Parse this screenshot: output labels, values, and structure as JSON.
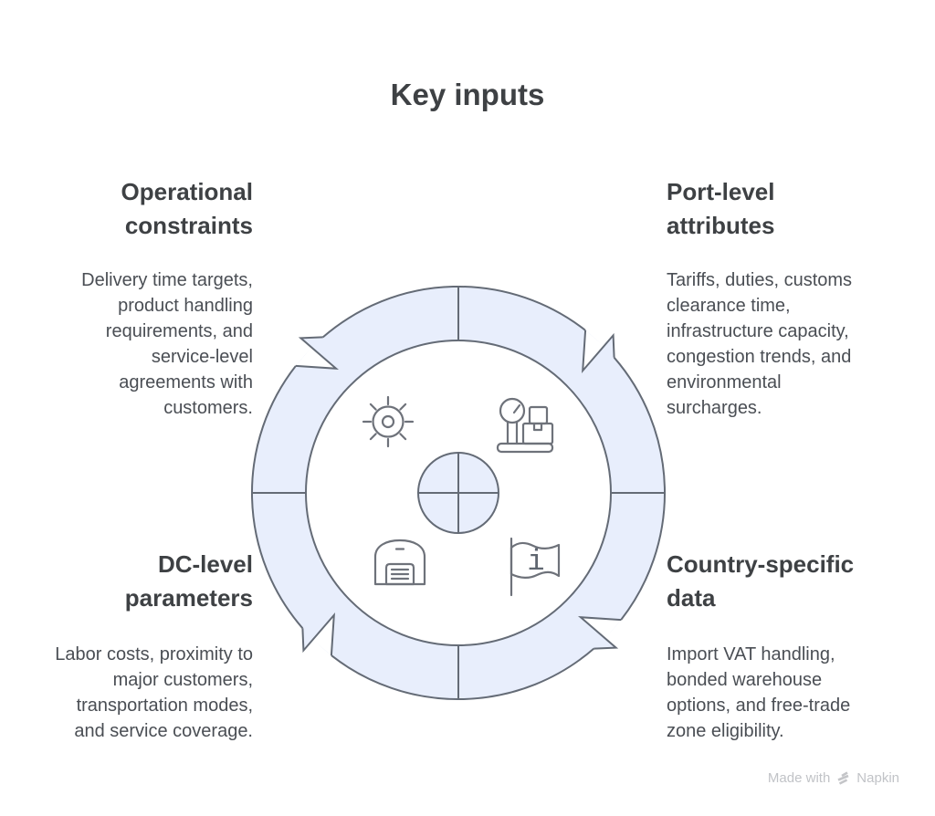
{
  "title": "Key inputs",
  "sections": {
    "top_left": {
      "heading": "Operational constraints",
      "body": "Delivery time targets, product handling requirements, and service-level agreements with customers."
    },
    "top_right": {
      "heading": "Port-level attributes",
      "body": "Tariffs, duties, customs clearance time, infrastructure capacity, congestion trends, and environmental surcharges."
    },
    "bottom_left": {
      "heading": "DC-level parameters",
      "body": "Labor costs, proximity to major customers, transportation modes, and service coverage."
    },
    "bottom_right": {
      "heading": "Country-specific data",
      "body": "Import VAT handling, bonded warehouse options, and free-trade zone eligibility."
    }
  },
  "diagram": {
    "type": "cycle-ring-4-segments",
    "flag_label": "i",
    "icons": [
      "gear-icon",
      "weighing-scale-icon",
      "warehouse-icon",
      "flag-info-icon"
    ],
    "colors": {
      "ring_fill": "#e8eefc",
      "outline": "#646b76",
      "icon_stroke": "#6e727a",
      "heading_text": "#3e4144",
      "body_text": "#4a4e54",
      "watermark_text": "#c1c3c7"
    }
  },
  "watermark": {
    "prefix": "Made with",
    "brand": "Napkin"
  }
}
